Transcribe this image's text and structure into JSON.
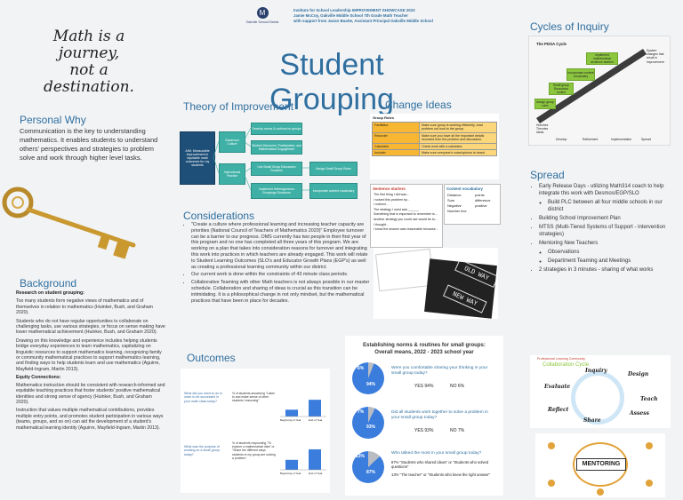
{
  "header": {
    "logo_text": "Oakville School District",
    "line1": "Institute for School Leadership IMPROVEMENT SHOWCASE 2023",
    "line2": "Jamie McCoy, Oakville Middle School 7th Grade Math Teacher",
    "line3": "with support from Jason Buatte, Assistant Principal Oakville Middle School"
  },
  "title": "Student Grouping",
  "quote": [
    "Math is a",
    "journey,",
    "not a",
    "destination."
  ],
  "personal_why": {
    "heading": "Personal Why",
    "text": "Communication is the key to understanding mathematics. It enables students to understand others' perspectives and strategies to problem solve and work through higher level tasks."
  },
  "background": {
    "heading": "Background",
    "research_heading": "Research on student grouping:",
    "p1": "Too many students form negative views of mathematics and of themselves in relation to mathematics (Huinker, Bush, and Graham 2020).",
    "p2": "Students who do not have regular opportunities to collaborate on challenging tasks, use various strategies, or focus on sense making have lower mathematical achievement (Huinker, Bush, and Graham 2020).",
    "p3": "Drawing on this knowledge and experience includes helping students bridge everyday experiences to learn mathematics, capitalizing on linguistic resources to support mathematics learning, recognizing family or community mathematical practices to support mathematics learning, and finding ways to help students learn and use mathematics (Aguirre, Mayfield-Ingram, Martin 2013).",
    "equity_heading": "Equity Connections:",
    "p4": "Mathematics instruction should be consistent with research-informed and equitable teaching practices that foster students' positive mathematical identities and strong sense of agency (Huinker, Bush, and Graham 2020).",
    "p5": "Instruction that values multiple mathematical contributions, provides multiple entry points, and promotes student participation in various ways (teams, groups, and so on) can aid the development of a student's mathematical learning identity (Aguirre, Mayfield-Ingram, Martin 2013)."
  },
  "theory": {
    "heading": "Theory of Improvement",
    "aim": "AIM: Measurable improvement in equitable math outcomes for my students",
    "drivers": [
      "Classroom Culture",
      "Instructional Practice"
    ],
    "secondary": [
      "Develop norms & routines for groups",
      "Student Discourse, Participation, and Mathematical Engagement",
      "Use Small Group Discussion Routines",
      "Implement Heterogeneous Groupings Structures"
    ],
    "changes": [
      "Assign Small Group Roles",
      "Incorporate content vocabulary"
    ]
  },
  "considerations": {
    "heading": "Considerations",
    "items": [
      "\"Create a culture where professional learning and increasing teacher capacity are priorities (National Council of Teachers of Mathematics 2020)\" Employee turnover can be a barrier to our progress. OMS currently has two people in their first year of this program and no one has completed all three years of this program. We are working on a plan that takes into consideration reasons for turnover and integrating this work into practices in which teachers are already engaged. This work will relate to Student Learning Outcomes (SLO's and Educator Growth Plans (EGP's) as well as creating a professional learning community within our district.",
      "Our current work is done within the constraints of 43 minute class periods.",
      "Collaborative Teaming with other Math teachers is not always possible in our master schedule. Collaboration and sharing of ideas is crucial as this transition can be intimidating. It is a philosophical change in not only mindset, but the mathematical practices that have been in place for decades."
    ]
  },
  "change_ideas": {
    "heading": "Change Ideas",
    "roles_title": "Group Roles",
    "roles": [
      [
        "Facilitator",
        "Make sure group is working efficiently, read problem out loud to the group."
      ],
      [
        "Recorder",
        "Make sure you have all the important details recorded from the problem and discussion."
      ],
      [
        "Calculator",
        "Check work with a calculator."
      ],
      [
        "Includer",
        "Make sure everyone's voice/opinion is heard."
      ]
    ],
    "starters_title": "Sentence starters",
    "starters": [
      "The first thing I did was...",
      "I solved this problem by...",
      "I noticed...",
      "The strategy I used was ______",
      "Something that is important to remember is...",
      "Another strategy you could use would be to...",
      "I thought...",
      "I know the answer was reasonable because..."
    ],
    "vocab_title": "Content vocabulary",
    "vocab": [
      "Distance",
      "Sum",
      "Negative",
      "Number line",
      "points",
      "difference",
      "positive"
    ],
    "sign_old": "OLD WAY",
    "sign_new": "NEW WAY"
  },
  "outcomes": {
    "heading": "Outcomes",
    "q1": "What did you need to do in order to be successful in your math class today?",
    "q1_goal": "% of students answering \"Listen to and make sense of other students' reasoning\"",
    "q2": "What was the purpose of working on a small group today?",
    "q2_goal": "% of students responding \"To explore a mathematical idea\" or \"Share the different ways students in my group are solving a problem\"",
    "bar_labels": [
      "Beginning of Year",
      "End of Year"
    ],
    "chart1": [
      "24%",
      "59%"
    ],
    "chart2": [
      "35%",
      "72%"
    ]
  },
  "survey": {
    "title": "Establishing norms & routines for small groups:",
    "subtitle": "Overall means, 2022 - 2023 school year",
    "q1": "Were you comfortable sharing your thinking in your small group today?",
    "q1_yes": "YES 94%",
    "q1_no": "NO 6%",
    "q1_small": "6%",
    "q1_big": "94%",
    "q2": "Did all students work together to solve a problem in your small group today?",
    "q2_yes": "YES 93%",
    "q2_no": "NO 7%",
    "q2_small": "7%",
    "q2_big": "93%",
    "q3": "Who talked the most in your small group today?",
    "q3_a": "87% \"Students who shared ideas\" or \"Students who solved questions\"",
    "q3_b": "13% \"The teacher\" or \"Students who knew the right answer\"",
    "q3_small": "13%",
    "q3_big": "87%"
  },
  "cycles": {
    "heading": "Cycles of Inquiry",
    "pdsa_title": "The PDSA Cycle",
    "steps": [
      "Assign group roles",
      "Small group Discussion routine",
      "Incorporate content vocabulary",
      "Implement mathematical sentence starters"
    ],
    "side_note": "System changes that result in improvement",
    "axis": [
      "Develop",
      "Refinement",
      "Implementation",
      "Spread"
    ],
    "hypothesis": "Hunches Theories Ideas"
  },
  "spread": {
    "heading": "Spread",
    "items": [
      "Early Release Days - utilizing Math314 coach to help integrate this work with Desmos/EGP/SLO",
      "Build PLC between all four middle schools in our district",
      "Building School Improvement Plan",
      "MTSS (Multi-Tiered Systems of Support - intervention strategies)",
      "Mentoring New Teachers",
      "Observations",
      "Department Teaming and Meetings",
      "2 strategies in 3 minutes - sharing of what works"
    ]
  },
  "collab": {
    "title": "Professional Learning Community",
    "cycle_title": "Collaboration Cycle",
    "cycle_words": [
      "Inquiry",
      "Design",
      "Evaluate",
      "Teach",
      "Reflect",
      "Assess",
      "Share"
    ],
    "mentoring": "MENTORING"
  },
  "colors": {
    "accent": "#2f6f9f",
    "teal": "#3fb0a6",
    "donut_blue": "#3b7ddd",
    "donut_gray": "#b9bcc2",
    "orange": "#f7b733"
  }
}
